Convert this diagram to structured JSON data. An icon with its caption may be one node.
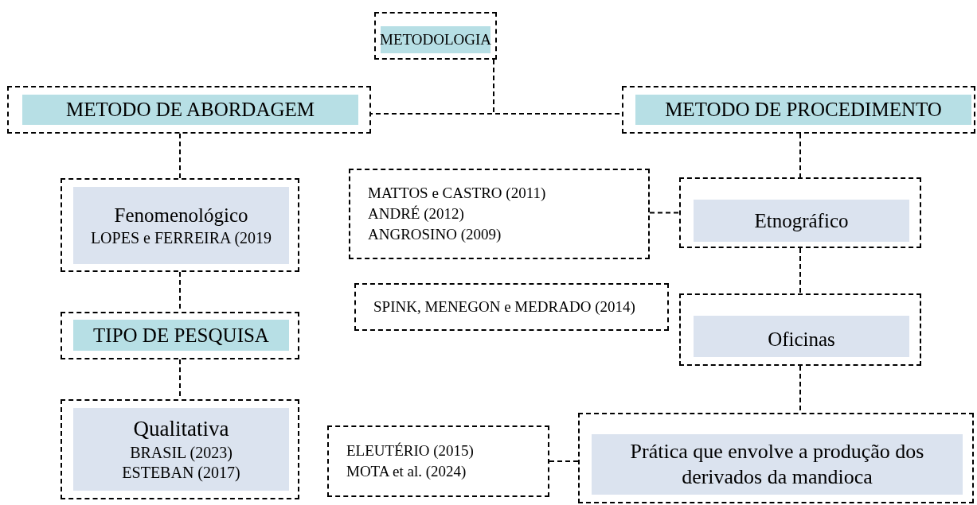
{
  "diagram": {
    "nodes": [
      {
        "text": [
          "METODOLOGIA"
        ]
      },
      {
        "text": [
          "METODO DE ABORDAGEM"
        ]
      },
      {
        "text": [
          "METODO DE PROCEDIMENTO"
        ]
      },
      {
        "text": [
          "Fenomenológico",
          "LOPES e FERREIRA (2019"
        ]
      },
      {
        "text": [
          "TIPO DE PESQUISA"
        ]
      },
      {
        "text": [
          "Qualitativa",
          "BRASIL (2023)",
          "ESTEBAN (2017)"
        ]
      },
      {
        "text": [
          "MATTOS e CASTRO (2011)",
          "ANDRÉ (2012)",
          "ANGROSINO (2009)"
        ]
      },
      {
        "text": [
          "Etnográfico"
        ]
      },
      {
        "text": [
          "SPINK, MENEGON e MEDRADO (2014)"
        ]
      },
      {
        "text": [
          "Oficinas"
        ]
      },
      {
        "text": [
          "ELEUTÉRIO (2015)",
          "MOTA et al. (2024)"
        ]
      },
      {
        "text": [
          "Prática que envolve a produção dos derivados da mandioca"
        ]
      }
    ],
    "edges": [
      {
        "from": 0,
        "to": 1,
        "arrow": "none",
        "style": "dashed"
      },
      {
        "from": 0,
        "to": 2,
        "arrow": "none",
        "style": "dashed"
      },
      {
        "from": 1,
        "to": 3,
        "arrow": "none",
        "style": "dashed"
      },
      {
        "from": 3,
        "to": 4,
        "arrow": "none",
        "style": "dashed"
      },
      {
        "from": 4,
        "to": 5,
        "arrow": "none",
        "style": "dashed"
      },
      {
        "from": 2,
        "to": 7,
        "arrow": "none",
        "style": "dashed"
      },
      {
        "from": 6,
        "to": 7,
        "arrow": "none",
        "style": "dashed"
      },
      {
        "from": 7,
        "to": 9,
        "arrow": "none",
        "style": "dashed"
      },
      {
        "from": 9,
        "to": 11,
        "arrow": "none",
        "style": "dashed"
      },
      {
        "from": 10,
        "to": 11,
        "arrow": "none",
        "style": "dashed"
      }
    ]
  }
}
